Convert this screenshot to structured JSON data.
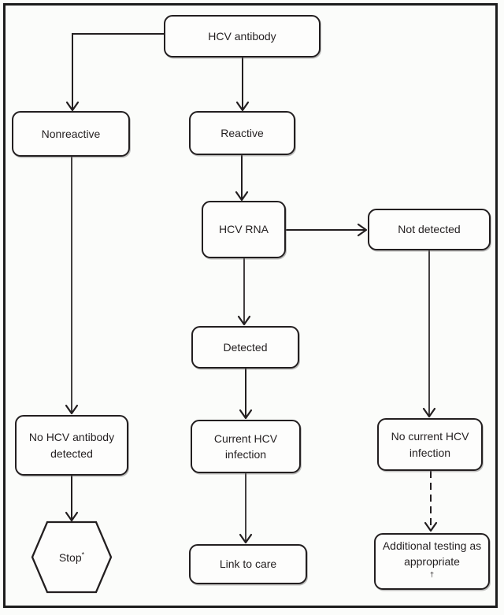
{
  "figure": {
    "type": "flowchart",
    "line_color": "#231f20",
    "background": "#fbfcfa"
  },
  "nodes": {
    "hcv_antibody": {
      "label": "HCV antibody"
    },
    "nonreactive": {
      "label": "Nonreactive"
    },
    "reactive": {
      "label": "Reactive"
    },
    "hcv_rna": {
      "label": "HCV RNA"
    },
    "not_detected": {
      "label": "Not detected"
    },
    "detected": {
      "label": "Detected"
    },
    "no_hcv_antibody_detected": {
      "label": "No HCV antibody detected"
    },
    "current_hcv_infection": {
      "label": "Current HCV infection"
    },
    "no_current_hcv_infection": {
      "label": "No current HCV infection"
    },
    "link_to_care": {
      "label": "Link to care"
    },
    "stop": {
      "label": "Stop",
      "sup": "*"
    },
    "additional_testing": {
      "label": "Additional testing as appropriate",
      "sup": "†"
    }
  },
  "edges": [
    {
      "from": "hcv_antibody",
      "to": "nonreactive",
      "style": "solid"
    },
    {
      "from": "hcv_antibody",
      "to": "reactive",
      "style": "solid"
    },
    {
      "from": "reactive",
      "to": "hcv_rna",
      "style": "solid"
    },
    {
      "from": "hcv_rna",
      "to": "not_detected",
      "style": "solid"
    },
    {
      "from": "hcv_rna",
      "to": "detected",
      "style": "solid"
    },
    {
      "from": "nonreactive",
      "to": "no_hcv_antibody_detected",
      "style": "solid"
    },
    {
      "from": "no_hcv_antibody_detected",
      "to": "stop",
      "style": "solid"
    },
    {
      "from": "detected",
      "to": "current_hcv_infection",
      "style": "solid"
    },
    {
      "from": "current_hcv_infection",
      "to": "link_to_care",
      "style": "solid"
    },
    {
      "from": "not_detected",
      "to": "no_current_hcv_infection",
      "style": "solid"
    },
    {
      "from": "no_current_hcv_infection",
      "to": "additional_testing",
      "style": "dashed"
    }
  ]
}
